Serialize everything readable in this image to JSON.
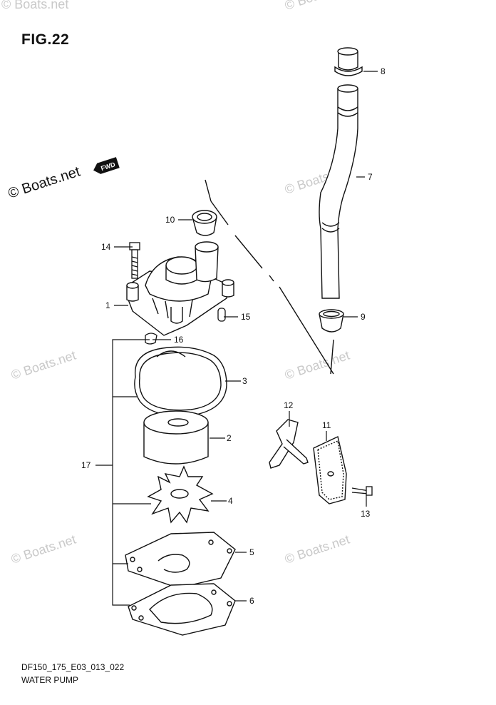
{
  "figure": {
    "title": "FIG.22",
    "code": "DF150_175_E03_013_022",
    "name": "WATER PUMP"
  },
  "watermark": {
    "text": "© Boats.net",
    "fwd_badge": "FWD"
  },
  "callouts": [
    "1",
    "2",
    "3",
    "4",
    "5",
    "6",
    "7",
    "8",
    "9",
    "10",
    "11",
    "12",
    "13",
    "14",
    "15",
    "16",
    "17"
  ],
  "colors": {
    "line": "#111111",
    "watermark": "#c9c9c9"
  }
}
